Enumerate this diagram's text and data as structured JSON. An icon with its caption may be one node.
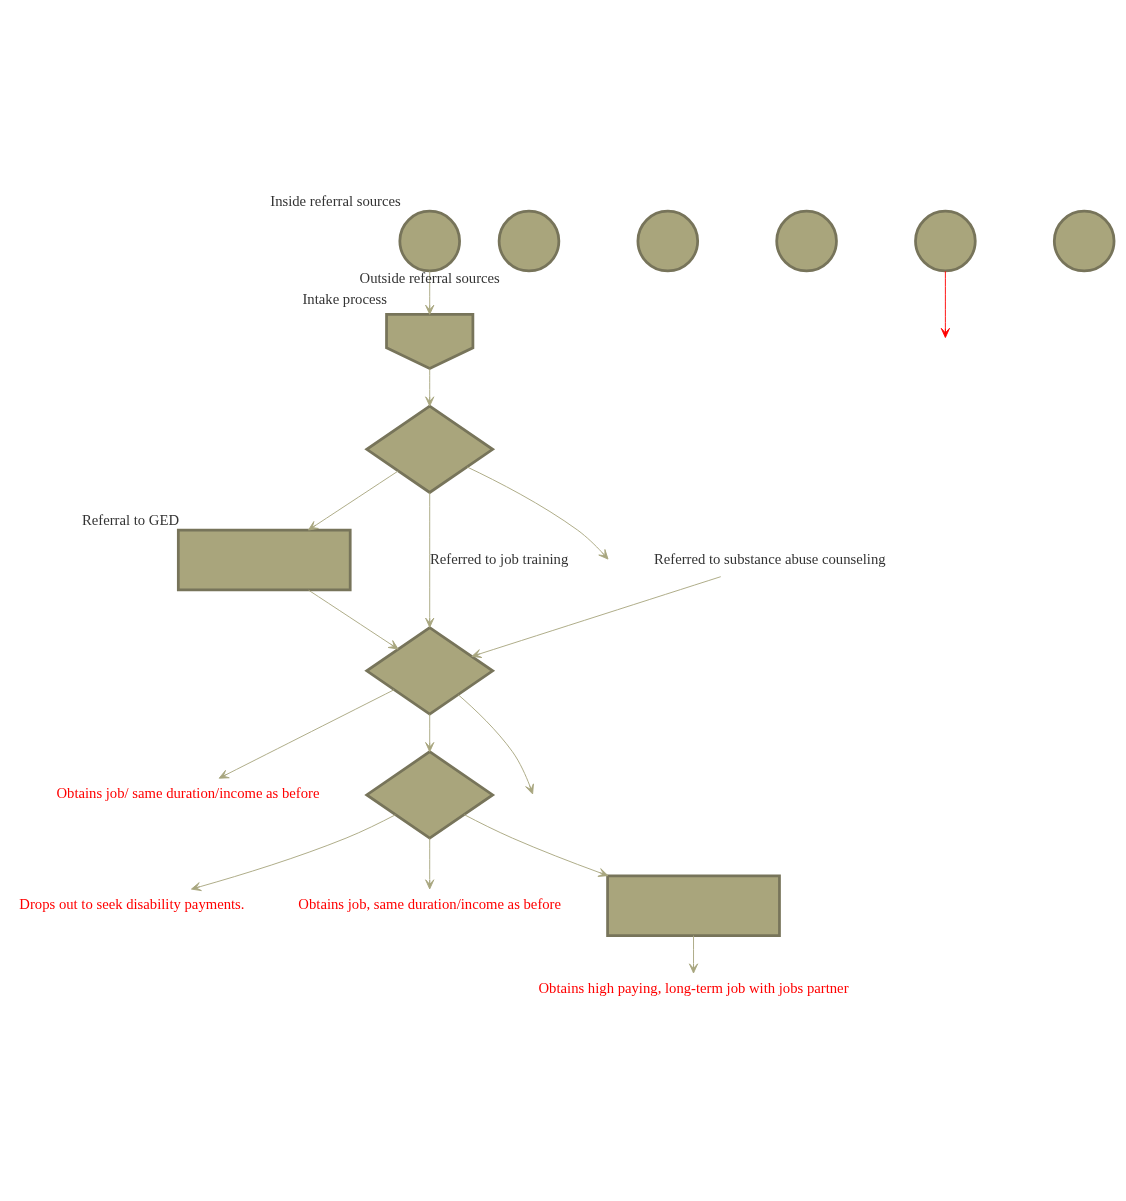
{
  "diagram": {
    "nodes": [
      {
        "text": [],
        "shape": "circle",
        "beside": [
          "Inside referral sources"
        ]
      },
      {
        "text": [],
        "shape": "pentagon",
        "beside": [
          "Intake process"
        ]
      },
      {
        "text": [],
        "shape": "diamond"
      },
      {
        "text": [],
        "shape": "box",
        "beside": [
          "Referral to GED"
        ]
      },
      {
        "text": [],
        "shape": "circle",
        "beside": [
          "Outside referral sources"
        ]
      },
      {
        "text": [],
        "shape": "circle"
      },
      {
        "text": [],
        "shape": "circle"
      },
      {
        "text": [],
        "shape": "circle"
      },
      {
        "text": [],
        "shape": "circle"
      },
      {
        "text": [
          "Referred to substance abuse counseling"
        ]
      },
      {
        "text": [],
        "shape": "diamond"
      },
      {
        "text": [
          "Obtains job/ same duration/income as before"
        ]
      },
      {
        "text": [],
        "shape": "diamond"
      },
      {
        "text": [
          "Drops out to seek disability payments."
        ]
      },
      {
        "text": [
          "Obtains job, same duration/income as before"
        ]
      },
      {
        "text": [],
        "shape": "box"
      },
      {
        "text": [
          "Obtains high paying, long-term job with jobs partner"
        ]
      }
    ],
    "edges": [
      {
        "from": 0,
        "to": 1,
        "arrow": "to"
      },
      {
        "from": 7,
        "to": null,
        "arrow": "to",
        "color": "#ff0000"
      },
      {
        "from": 1,
        "to": 2,
        "arrow": "to"
      },
      {
        "from": 2,
        "to": null,
        "arrow": "to"
      },
      {
        "from": 2,
        "to": 3,
        "arrow": "to"
      },
      {
        "from": 2,
        "to": 10,
        "arrow": "to",
        "label": "Referred to job training"
      },
      {
        "from": 9,
        "to": 10,
        "arrow": "to"
      },
      {
        "from": 3,
        "to": 10,
        "arrow": "to"
      },
      {
        "from": 10,
        "to": null,
        "arrow": "to"
      },
      {
        "from": 10,
        "to": 11,
        "arrow": "to"
      },
      {
        "from": 10,
        "to": 12,
        "arrow": "to"
      },
      {
        "from": 12,
        "to": 13,
        "arrow": "to"
      },
      {
        "from": 12,
        "to": 14,
        "arrow": "to"
      },
      {
        "from": 12,
        "to": 15,
        "arrow": "to"
      },
      {
        "from": 15,
        "to": 16,
        "arrow": "to"
      }
    ]
  }
}
